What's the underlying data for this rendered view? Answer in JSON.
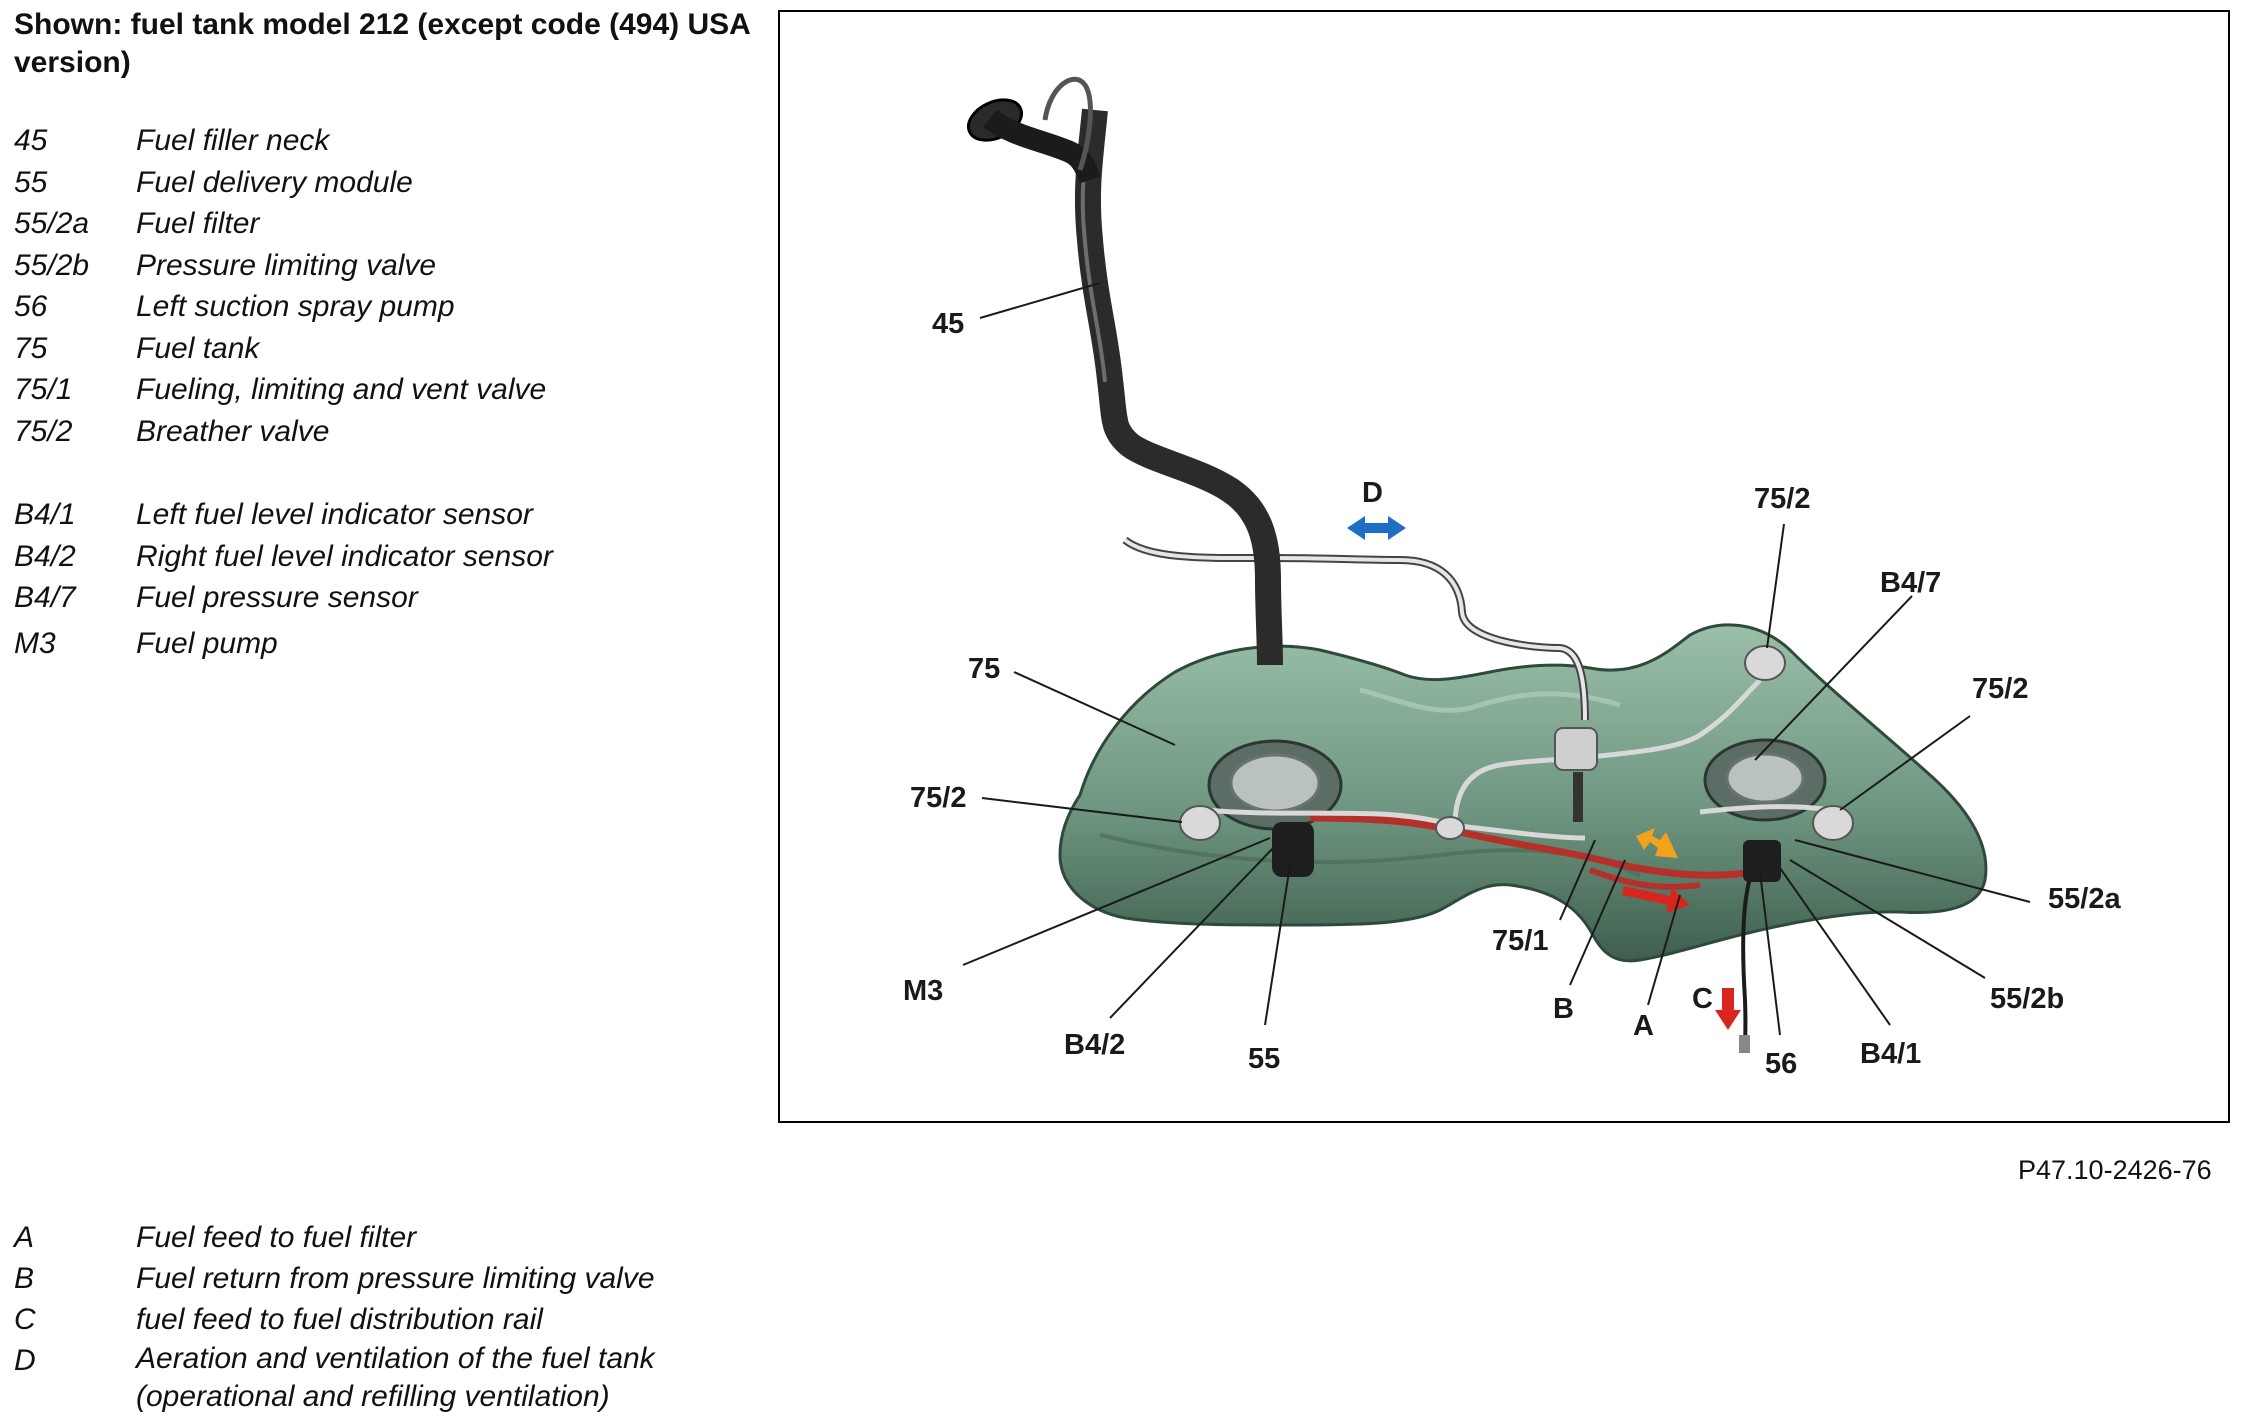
{
  "title": "Shown: fuel tank model 212 (except code (494) USA version)",
  "legend_top": [
    {
      "code": "45",
      "desc": "Fuel filler neck"
    },
    {
      "code": "55",
      "desc": "Fuel delivery module"
    },
    {
      "code": "55/2a",
      "desc": "Fuel filter"
    },
    {
      "code": "55/2b",
      "desc": "Pressure limiting valve"
    },
    {
      "code": "56",
      "desc": "Left suction spray pump"
    },
    {
      "code": "75",
      "desc": "Fuel tank"
    },
    {
      "code": "75/1",
      "desc": "Fueling, limiting and vent valve"
    },
    {
      "code": "75/2",
      "desc": "Breather valve"
    }
  ],
  "legend_mid": [
    {
      "code": "B4/1",
      "desc": "Left fuel level indicator sensor"
    },
    {
      "code": "B4/2",
      "desc": "Right fuel level indicator sensor"
    },
    {
      "code": "B4/7",
      "desc": "Fuel pressure sensor"
    },
    {
      "code": "M3",
      "desc": "Fuel pump"
    }
  ],
  "legend_bottom": [
    {
      "code": "A",
      "desc": "Fuel feed to fuel filter"
    },
    {
      "code": "B",
      "desc": "Fuel return from pressure limiting valve"
    },
    {
      "code": "C",
      "desc": "fuel feed to fuel distribution rail"
    },
    {
      "code": "D",
      "desc": "Aeration and ventilation of the fuel tank",
      "desc2": "(operational and refilling ventilation)"
    }
  ],
  "reference": "P47.10-2426-76",
  "callouts": {
    "c45": "45",
    "cD": "D",
    "c75_2_top": "75/2",
    "cB4_7": "B4/7",
    "c75": "75",
    "c75_2_right": "75/2",
    "c75_2_left": "75/2",
    "c55_2a": "55/2a",
    "c75_1": "75/1",
    "cM3": "M3",
    "cB4_2": "B4/2",
    "c55": "55",
    "cB": "B",
    "cA": "A",
    "cC": "C",
    "c56": "56",
    "cB4_1": "B4/1",
    "c55_2b": "55/2b"
  },
  "colors": {
    "tank": "#6e9680",
    "tank_dark": "#3f5f4e",
    "tank_light": "#9bbfa9",
    "filler_neck": "#2b2b2b",
    "vent_line": "#d8d8d8",
    "fuel_line_red": "#b5302a",
    "arrow_blue": "#1d6fc4",
    "arrow_red": "#d8261e",
    "arrow_yellow": "#f2a21c"
  }
}
